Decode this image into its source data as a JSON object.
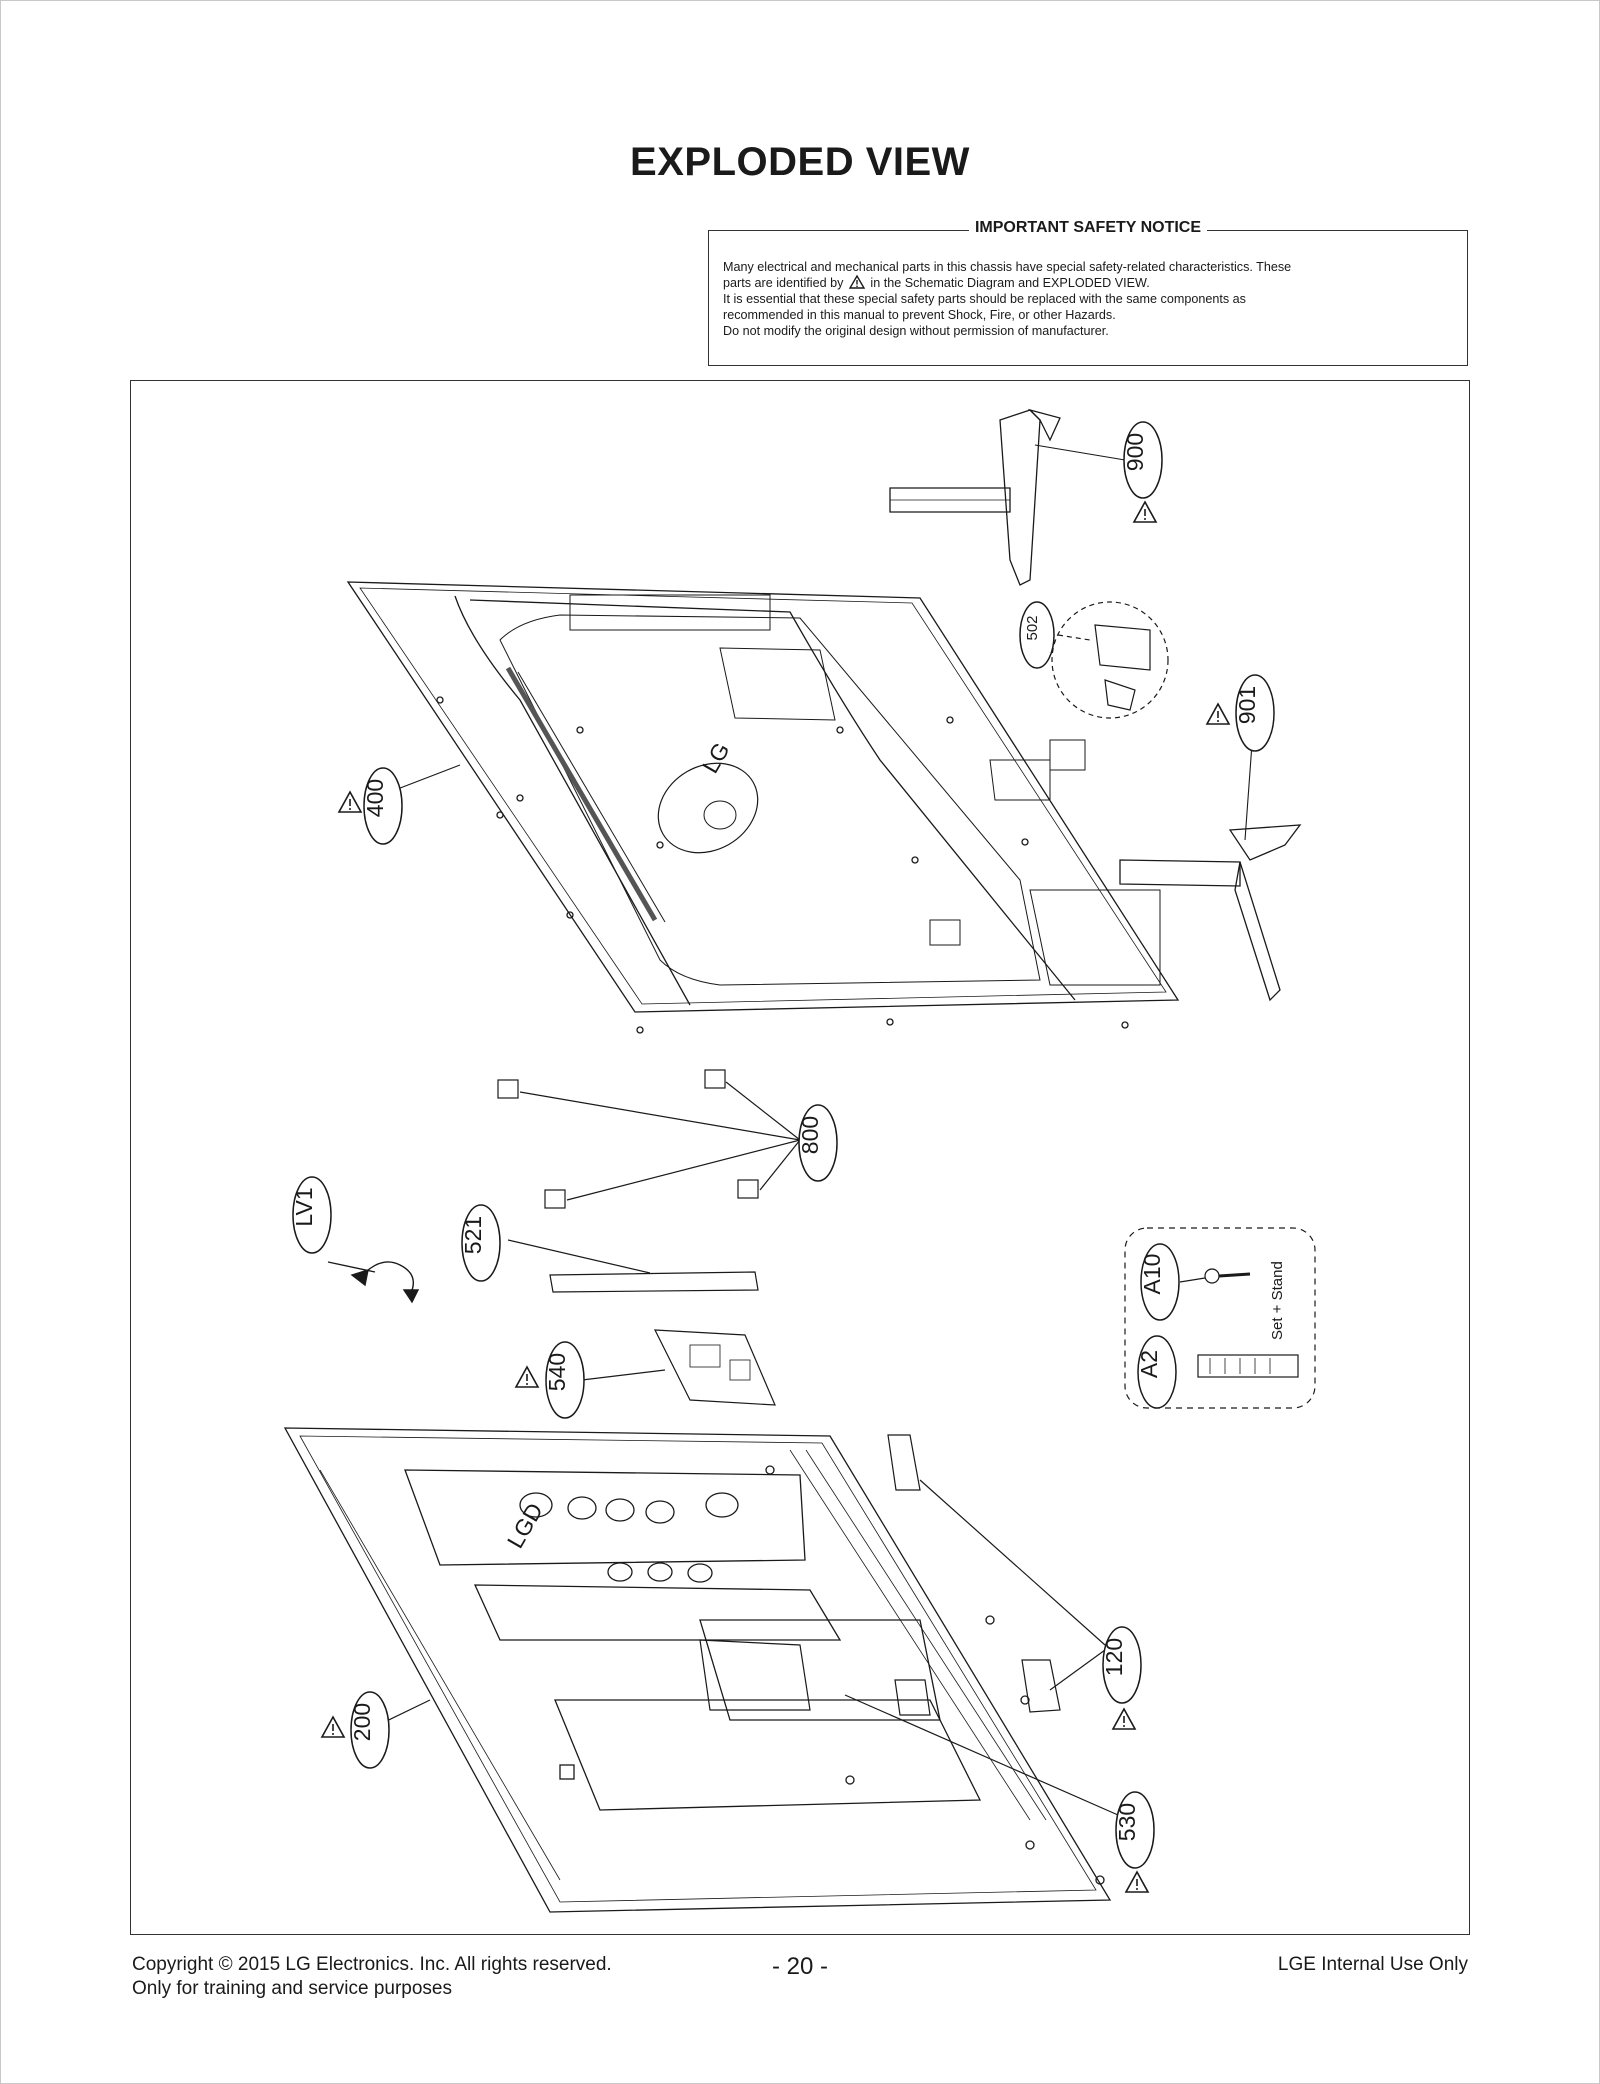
{
  "page": {
    "title": "EXPLODED VIEW",
    "safety_notice": {
      "heading": "IMPORTANT SAFETY NOTICE",
      "line1": "Many electrical and mechanical parts in this chassis have special safety-related characteristics. These",
      "line2_before": "parts are identified by",
      "line2_after": "in the Schematic Diagram and EXPLODED VIEW.",
      "line3": "It is essential that these special safety parts should be replaced with the same components as",
      "line4": "recommended in this manual to prevent Shock, Fire, or other Hazards.",
      "line5": "Do not modify the original design without permission of manufacturer."
    },
    "diagram": {
      "callouts": [
        "900",
        "502",
        "901",
        "400",
        "800",
        "LV1",
        "521",
        "540",
        "A10",
        "A2",
        "200",
        "120",
        "530"
      ],
      "accessory_group_label": "Set + Stand",
      "logo_text": "LG",
      "panel_text": "LGD"
    },
    "footer": {
      "copyright": "Copyright  © 2015 LG Electronics. Inc. All rights reserved.",
      "purpose": "Only for training and service purposes",
      "page_number": "- 20 -",
      "classification": "LGE Internal Use Only"
    },
    "icons": [
      "warning-triangle-icon",
      "lg-logo-icon",
      "remote-control-icon",
      "screw-icon"
    ]
  }
}
